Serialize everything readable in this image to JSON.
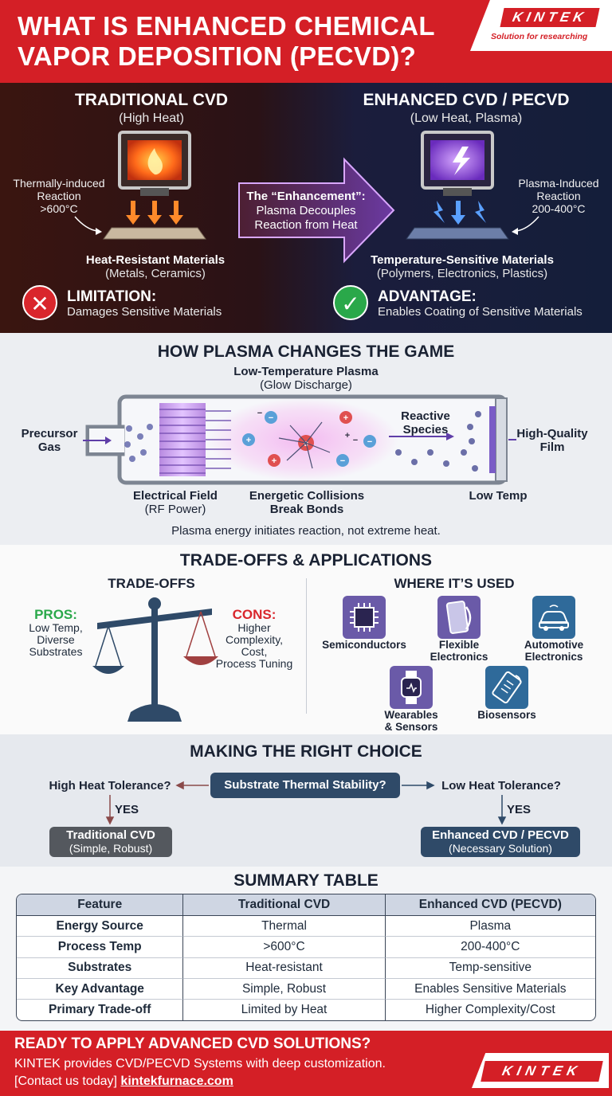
{
  "header": {
    "title": "WHAT IS ENHANCED CHEMICAL VAPOR DEPOSITION (PECVD)?",
    "logo_text": "KINTEK",
    "logo_tagline": "Solution for researching"
  },
  "comparison": {
    "left": {
      "title": "TRADITIONAL CVD",
      "subtitle": "(High Heat)",
      "note_line1": "Thermally-induced",
      "note_line2": "Reaction",
      "note_line3": ">600°C",
      "material_title": "Heat-Resistant Materials",
      "material_sub": "(Metals, Ceramics)",
      "verdict_title": "LIMITATION:",
      "verdict_sub": "Damages Sensitive Materials"
    },
    "center": {
      "line1": "The “Enhancement”:",
      "line2": "Plasma Decouples",
      "line3": "Reaction from Heat"
    },
    "right": {
      "title": "ENHANCED CVD / PECVD",
      "subtitle": "(Low Heat, Plasma)",
      "note_line1": "Plasma-Induced",
      "note_line2": "Reaction",
      "note_line3": "200-400°C",
      "material_title": "Temperature-Sensitive Materials",
      "material_sub": "(Polymers, Electronics, Plastics)",
      "verdict_title": "ADVANTAGE:",
      "verdict_sub": "Enables Coating of Sensitive Materials"
    }
  },
  "plasma": {
    "title": "HOW PLASMA CHANGES THE GAME",
    "plasma_label": "Low-Temperature Plasma",
    "plasma_sub": "(Glow Discharge)",
    "precursor_line1": "Precursor",
    "precursor_line2": "Gas",
    "reactive_line1": "Reactive",
    "reactive_line2": "Species",
    "film_line1": "High-Quality",
    "film_line2": "Film",
    "field_label": "Electrical Field",
    "field_sub": "(RF Power)",
    "collisions_line1": "Energetic Collisions",
    "collisions_line2": "Break Bonds",
    "low_temp": "Low Temp",
    "caption": "Plasma energy initiates reaction, not extreme heat."
  },
  "trade": {
    "title": "TRADE-OFFS & APPLICATIONS",
    "tradeoffs_heading": "TRADE-OFFS",
    "pros_label": "PROS:",
    "pros_line1": "Low Temp,",
    "pros_line2": "Diverse",
    "pros_line3": "Substrates",
    "cons_label": "CONS:",
    "cons_line1": "Higher",
    "cons_line2": "Complexity,",
    "cons_line3": "Cost,",
    "cons_line4": "Process Tuning",
    "where_heading": "WHERE IT’S USED",
    "apps": [
      {
        "line1": "Semiconductors",
        "line2": ""
      },
      {
        "line1": "Flexible",
        "line2": "Electronics"
      },
      {
        "line1": "Automotive",
        "line2": "Electronics"
      },
      {
        "line1": "Wearables",
        "line2": "& Sensors"
      },
      {
        "line1": "Biosensors",
        "line2": ""
      }
    ]
  },
  "choice": {
    "title": "MAKING THE RIGHT CHOICE",
    "center": "Substrate Thermal Stability?",
    "left_q": "High Heat Tolerance?",
    "right_q": "Low Heat Tolerance?",
    "yes": "YES",
    "left_result": "Traditional CVD",
    "left_result_sub": "(Simple, Robust)",
    "right_result": "Enhanced CVD / PECVD",
    "right_result_sub": "(Necessary Solution)"
  },
  "summary": {
    "title": "SUMMARY TABLE",
    "headers": [
      "Feature",
      "Traditional CVD",
      "Enhanced CVD (PECVD)"
    ],
    "rows": [
      [
        "Energy Source",
        "Thermal",
        "Plasma"
      ],
      [
        "Process Temp",
        ">600°C",
        "200-400°C"
      ],
      [
        "Substrates",
        "Heat-resistant",
        "Temp-sensitive"
      ],
      [
        "Key Advantage",
        "Simple, Robust",
        "Enables Sensitive Materials"
      ],
      [
        "Primary Trade-off",
        "Limited by Heat",
        "Higher Complexity/Cost"
      ]
    ]
  },
  "footer": {
    "headline": "READY TO APPLY ADVANCED CVD SOLUTIONS?",
    "line2": "KINTEK provides CVD/PECVD Systems with deep customization.",
    "contact": "[Contact us today]",
    "link": "kintekfurnace.com",
    "logo_text": "KINTEK"
  },
  "colors": {
    "brand_red": "#d41f26",
    "navy": "#2f4a68",
    "success_green": "#2aa84a",
    "error_red": "#d9262c",
    "plasma_purple": "#a45bd8"
  }
}
